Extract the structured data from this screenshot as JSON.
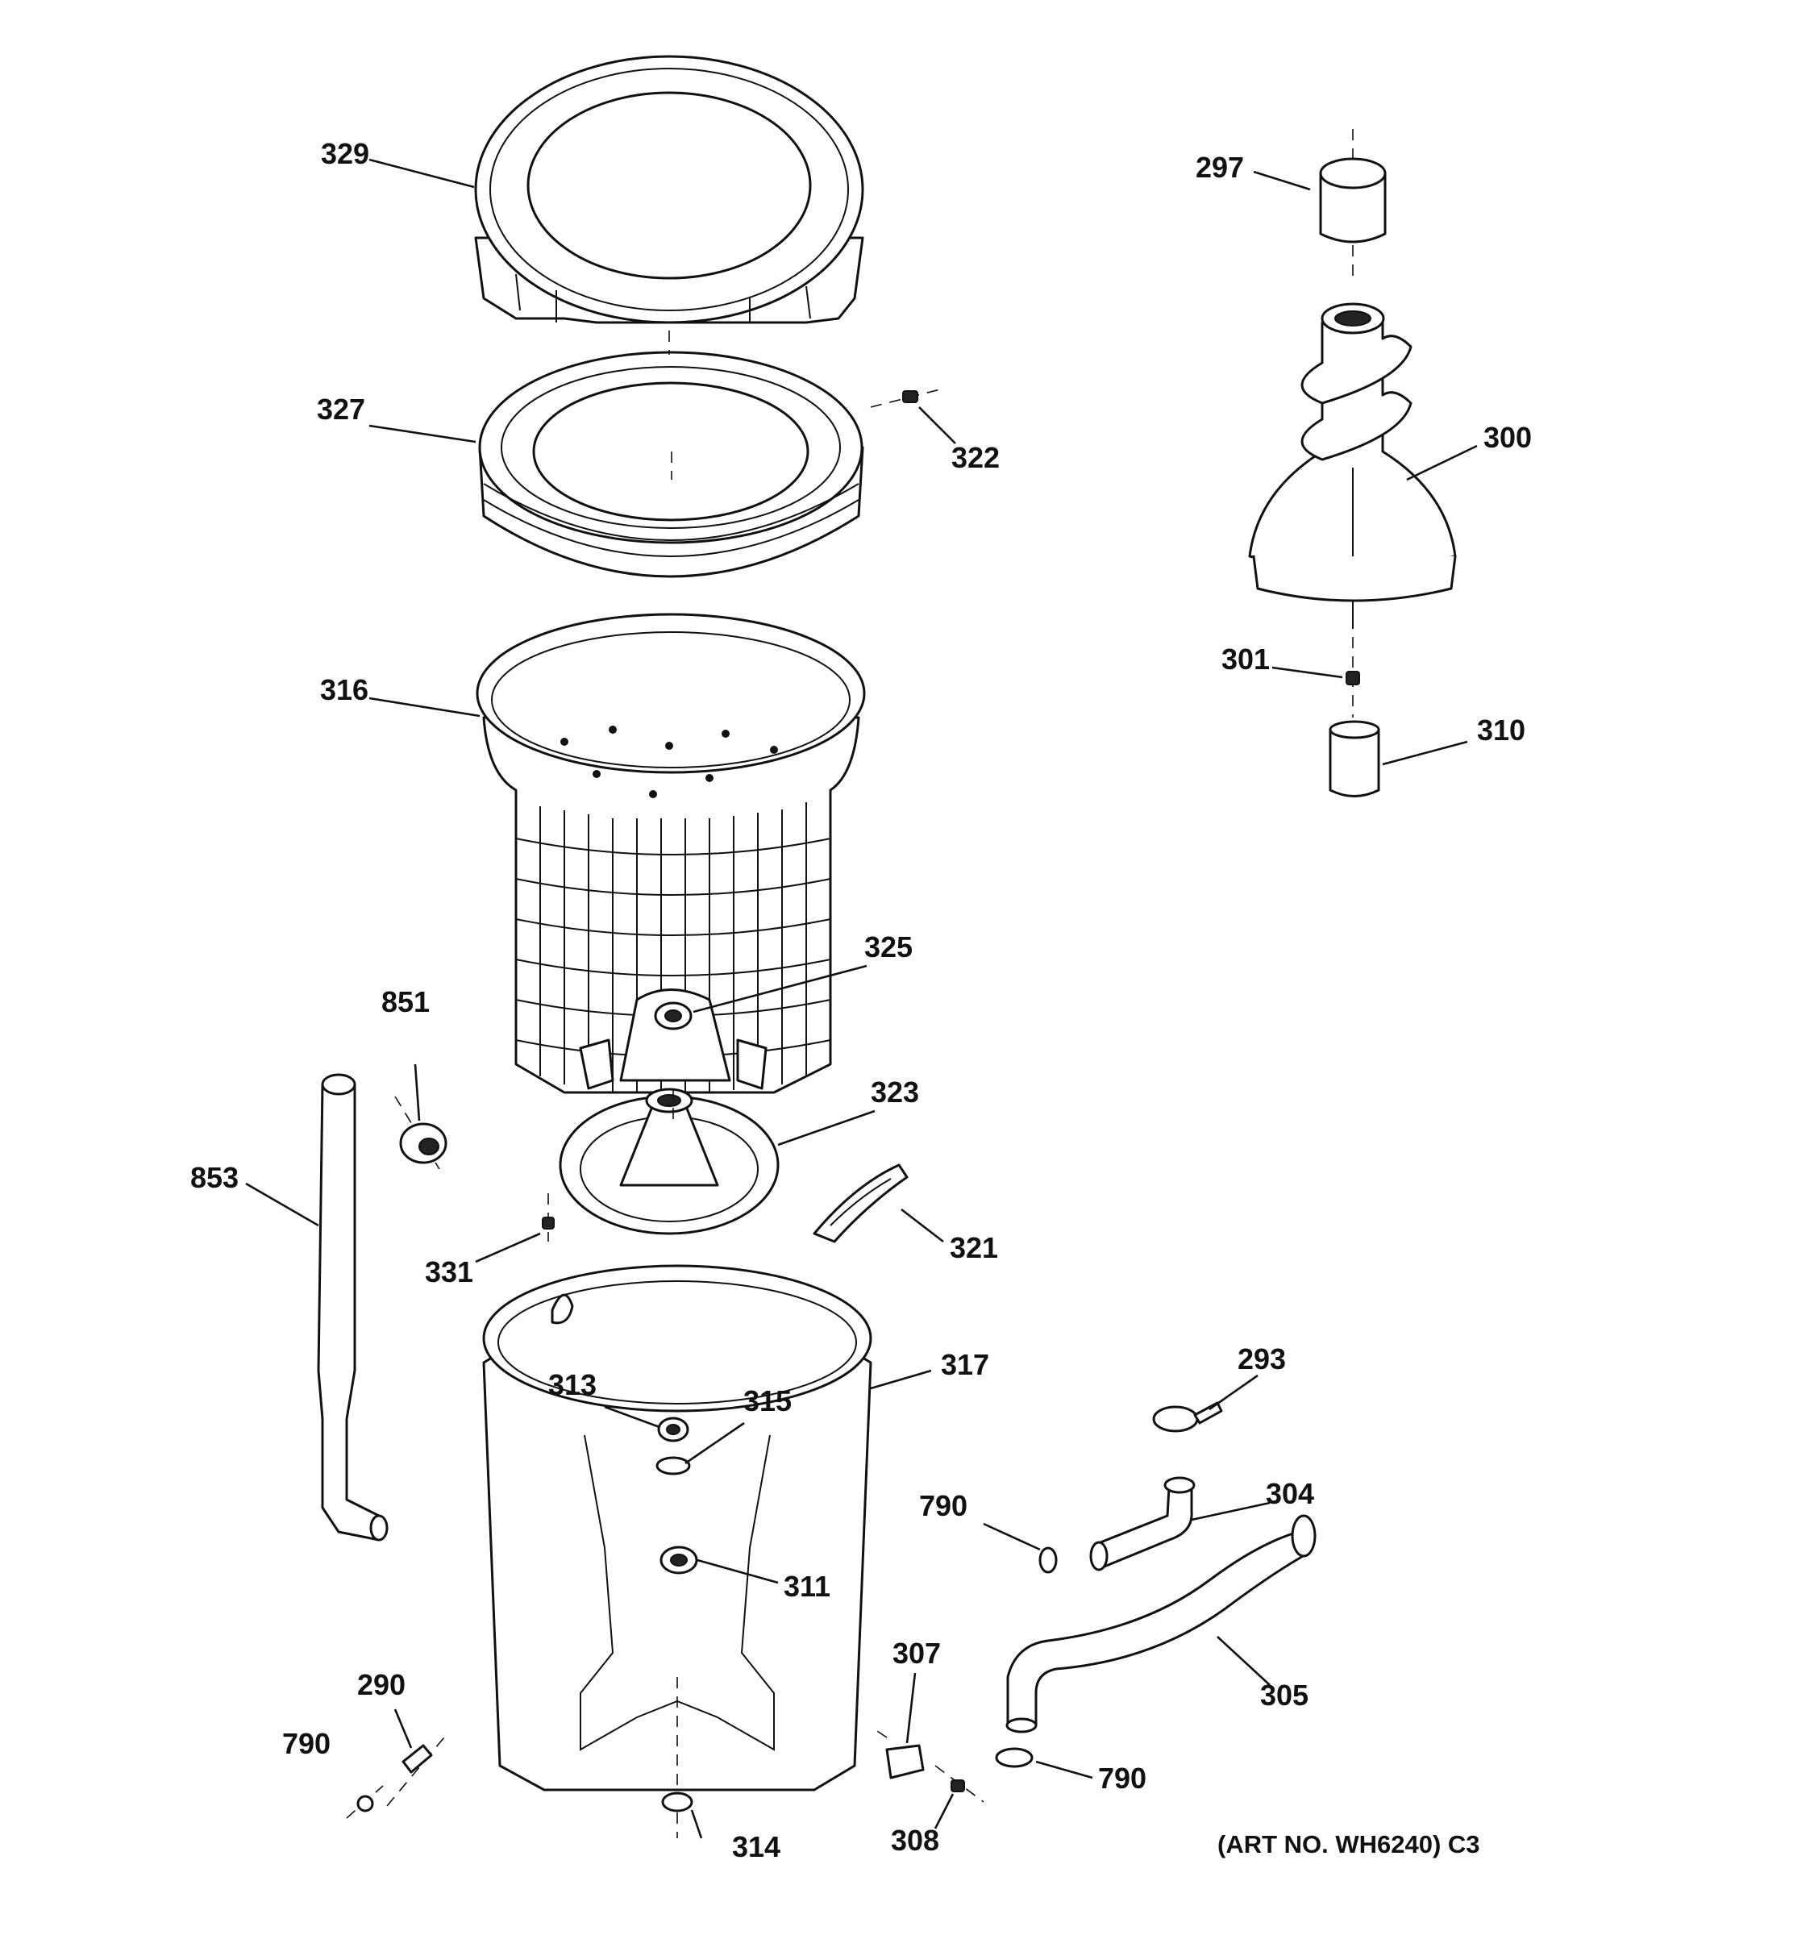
{
  "diagram": {
    "callouts": {
      "c329": "329",
      "c327": "327",
      "c322": "322",
      "c316": "316",
      "c325": "325",
      "c851": "851",
      "c853": "853",
      "c323": "323",
      "c321": "321",
      "c331": "331",
      "c317": "317",
      "c313": "313",
      "c315": "315",
      "c311": "311",
      "c290": "290",
      "c790a": "790",
      "c314": "314",
      "c297": "297",
      "c300": "300",
      "c301": "301",
      "c310": "310",
      "c293": "293",
      "c304": "304",
      "c790b": "790",
      "c305": "305",
      "c307": "307",
      "c308": "308",
      "c790c": "790"
    },
    "art_number": "(ART NO. WH6240) C3"
  }
}
